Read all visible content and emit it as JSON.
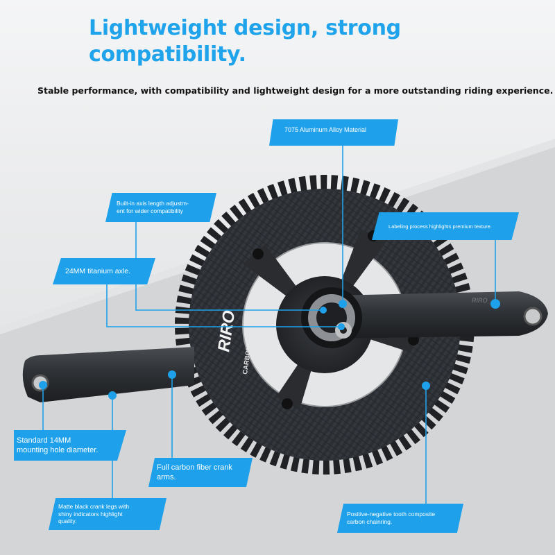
{
  "headline": "Lightweight design, strong compatibility.",
  "subheadline": "Stable performance, with compatibility and lightweight design for a more outstanding riding experience.",
  "colors": {
    "accent": "#1ea1ea",
    "headline": "#1fa3ea",
    "carbon": "#2a2d31",
    "background": "#e9eaeb"
  },
  "product": {
    "brand_mark": "RIRO",
    "chainring_print": "CARBON-AL BCD110 58T",
    "crank_print": "RIRO"
  },
  "callouts": {
    "alloy": "7075 Aluminum Alloy Material",
    "axis_line1": "Built-in axis length adjustm-",
    "axis_line2": "ent for wider compatibility",
    "labeling": "Labeling process highlights premium texture.",
    "axle": "24MM titanium axle.",
    "hole_line1": "Standard 14MM",
    "hole_line2": "mounting hole diameter.",
    "carbon_line1": "Full carbon fiber crank",
    "carbon_line2": "arms.",
    "matte_line1": "Matte black crank legs with",
    "matte_line2": "shiny indicators highlight",
    "matte_line3": "quality.",
    "tooth_line1": "Positive-negative tooth composite",
    "tooth_line2": "carbon chainring."
  }
}
